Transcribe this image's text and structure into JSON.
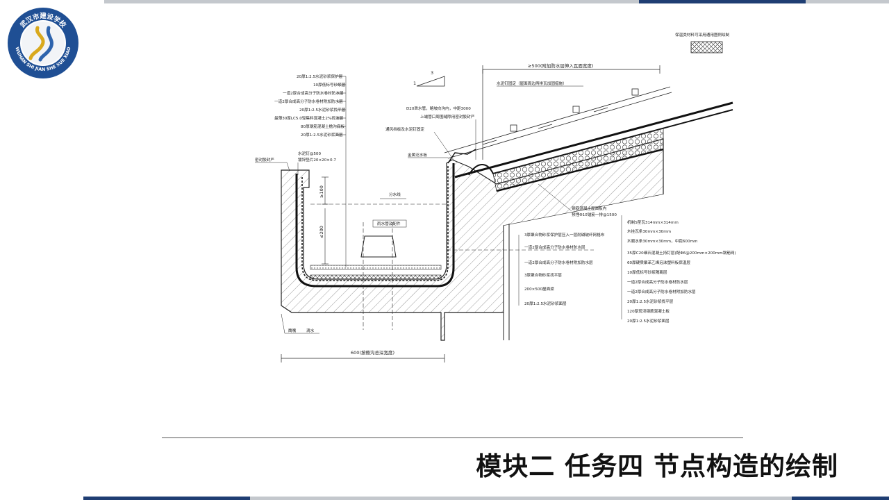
{
  "slide": {
    "title": "模块二 任务四 节点构造的绘制",
    "colors": {
      "navy": "#1f3e73",
      "grey": "#b9bec4",
      "ink": "#222222"
    }
  },
  "logo": {
    "icon": "school-logo-icon",
    "ring_text": "武汉市建设学校",
    "latin_text": "WUHAN SHI JIAN SHE XUE XIAO"
  },
  "drawing": {
    "top_right_note": "保温类材料可采用通用图例绘制",
    "slope_ratio": {
      "rise": "1",
      "run": "3"
    },
    "left_layers": [
      "20厚1:2.5水泥砂浆保护层",
      "10厚低标号砂浆层",
      "一道2厚合成高分子防水卷材防水层",
      "一道2厚合成高分子防水卷材附加防水层",
      "20厚1:2.5水泥砂浆找平层",
      "最薄30厚LC5.0轻集料混凝土2%找坡层",
      "80厚钢筋混凝土檐沟底板",
      "20厚1:2.5水泥砂浆面层"
    ],
    "left_callouts": {
      "sealant": "密封胶封严",
      "nail": "水泥钉@500",
      "gasket": "镀锌垫片20×20×0.7"
    },
    "center_callouts": {
      "pipe": "D20泄水管，略坡向沟内，中距3000",
      "pipe_note": "上端管口周围缝隙用密封胶封严",
      "vent": "通风挡板及水泥钉固定",
      "flashing": "金属泛水板",
      "watershed": "分水线",
      "outlet": "雨水管及配件"
    },
    "dims": {
      "top": "≥500(附加防水层伸入瓦面宽度)",
      "h1": "≥100",
      "h2": "≤200",
      "bottom": "600(按檐沟总深宽度)"
    },
    "roof_callouts": {
      "nail_fix": "水泥钉固定（屋面周边两排瓦加固措施）",
      "embedded": "钢筋混凝土屋面板内",
      "embedded2": "预埋Φ10锚筋一排@1500"
    },
    "right_layers_a": [
      "3厚聚合物砂浆保护层压入一层耐碱玻纤网格布",
      "一道2厚合成高分子防水卷材防水层",
      "一道2厚合成高分子防水卷材附加防水层",
      "3厚聚合物砂浆找平层",
      "200×500屋面梁",
      "20厚1:2.5水泥砂浆面层"
    ],
    "right_layers_b": [
      "机制S型瓦314mm×314mm",
      "木挂瓦条30mm×30mm",
      "木顺水条30mm×30mm，中距600mm",
      "35厚C20细石混凝土持钉层(配Φ6@200mm×200mm钢筋网)",
      "60厚硬质聚苯乙烯泡沫塑料板保温层",
      "10厚低标号砂浆隔离层",
      "一道2厚合成高分子防水卷材防水层",
      "一道2厚合成高分子防水卷材附加防水层",
      "20厚1:2.5水泥砂浆找平层",
      "120厚现浇钢筋混凝土板",
      "20厚1:2.5水泥砂浆面层"
    ],
    "bottom_callouts": {
      "drip": "鹰嘴",
      "drip2": "滴水"
    }
  }
}
